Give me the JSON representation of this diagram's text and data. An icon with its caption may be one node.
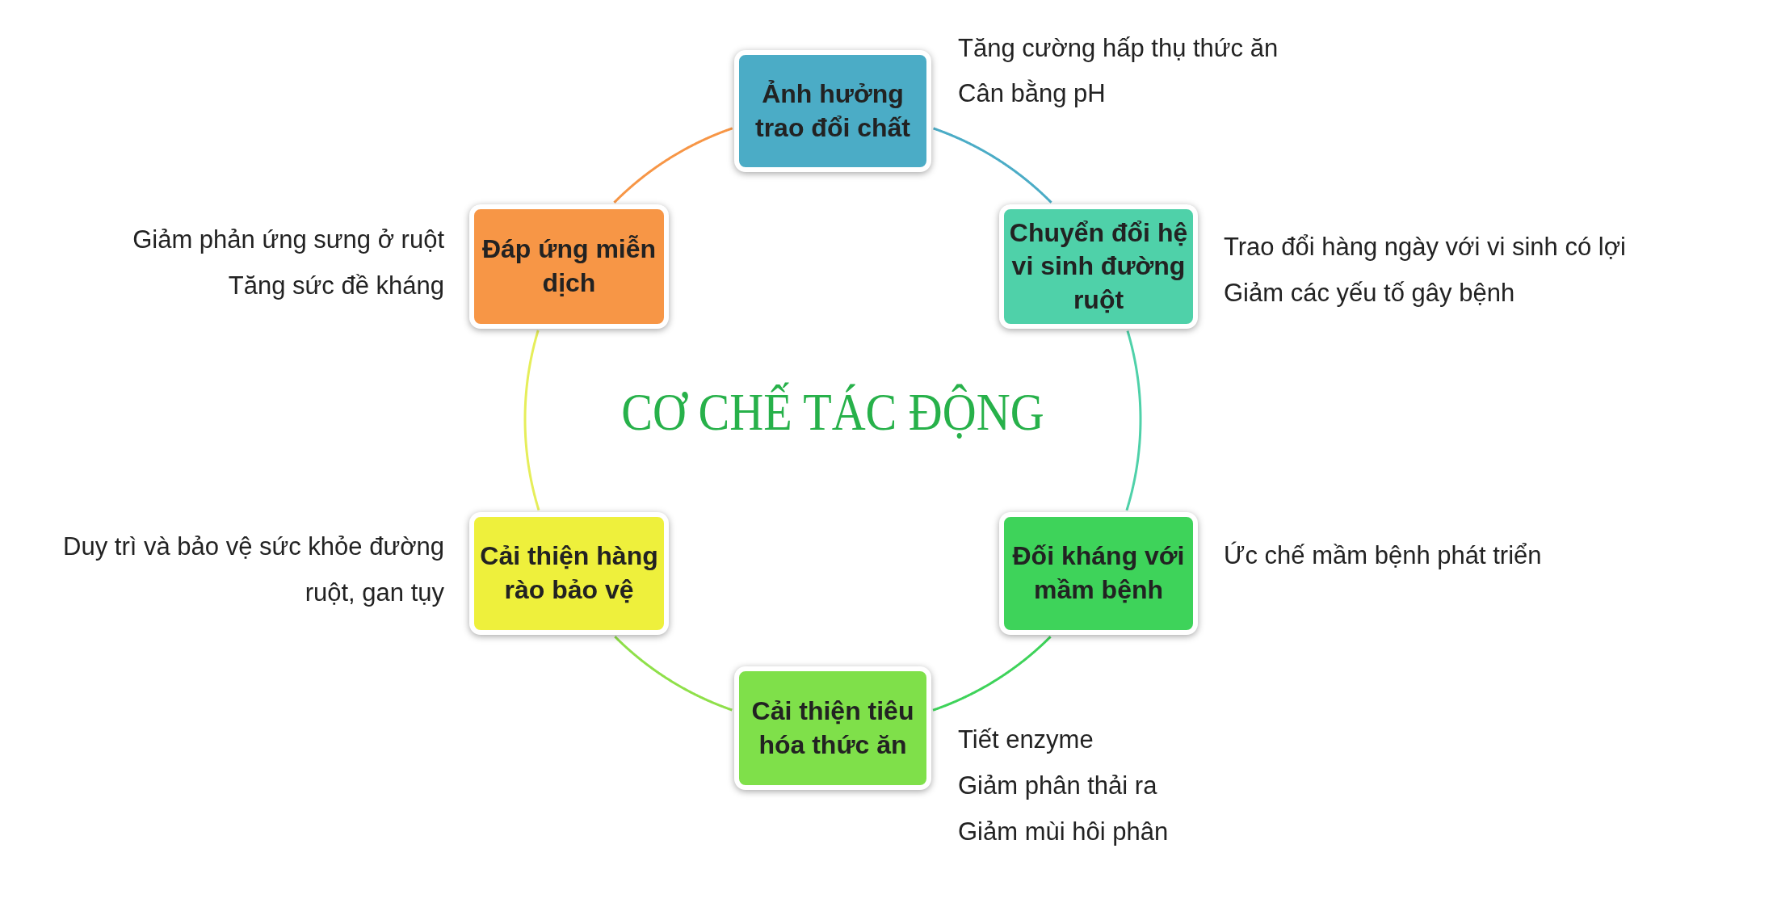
{
  "diagram": {
    "title": "CƠ CHẾ TÁC ĐỘNG",
    "nodes": [
      {
        "text": [
          "Ảnh hưởng trao đổi chất"
        ],
        "beside": [
          "Tăng cường hấp thụ thức ăn",
          "Cân bằng pH"
        ]
      },
      {
        "text": [
          "Chuyển đổi hệ vi sinh đường ruột"
        ],
        "beside": [
          "Trao đổi hàng ngày với vi sinh có lợi",
          "Giảm các yếu tố gây bệnh"
        ]
      },
      {
        "text": [
          "Đối kháng với mầm bệnh"
        ],
        "beside": [
          "Ức chế mầm bệnh phát triển"
        ]
      },
      {
        "text": [
          "Cải thiện tiêu hóa thức ăn"
        ],
        "beside": [
          "Tiết enzyme",
          "Giảm phân thải ra",
          "Giảm mùi hôi phân"
        ]
      },
      {
        "text": [
          "Cải thiện hàng rào bảo vệ"
        ],
        "beside": [
          "Duy trì và bảo vệ sức khỏe đường ruột, gan tụy"
        ]
      },
      {
        "text": [
          "Đáp ứng miễn dịch"
        ],
        "beside": [
          "Giảm phản ứng sưng ở ruột",
          "Tăng sức đề kháng"
        ]
      }
    ],
    "edges": [
      {
        "from": 0,
        "to": 1,
        "arrow": "none",
        "color": "#4bacc6"
      },
      {
        "from": 1,
        "to": 2,
        "arrow": "none",
        "color": "#4fd1a9"
      },
      {
        "from": 2,
        "to": 3,
        "arrow": "none",
        "color": "#3ed35a"
      },
      {
        "from": 3,
        "to": 4,
        "arrow": "none",
        "color": "#8fe04a"
      },
      {
        "from": 4,
        "to": 5,
        "arrow": "none",
        "color": "#e6ee5a"
      },
      {
        "from": 5,
        "to": 0,
        "arrow": "none",
        "color": "#f79646"
      }
    ]
  }
}
